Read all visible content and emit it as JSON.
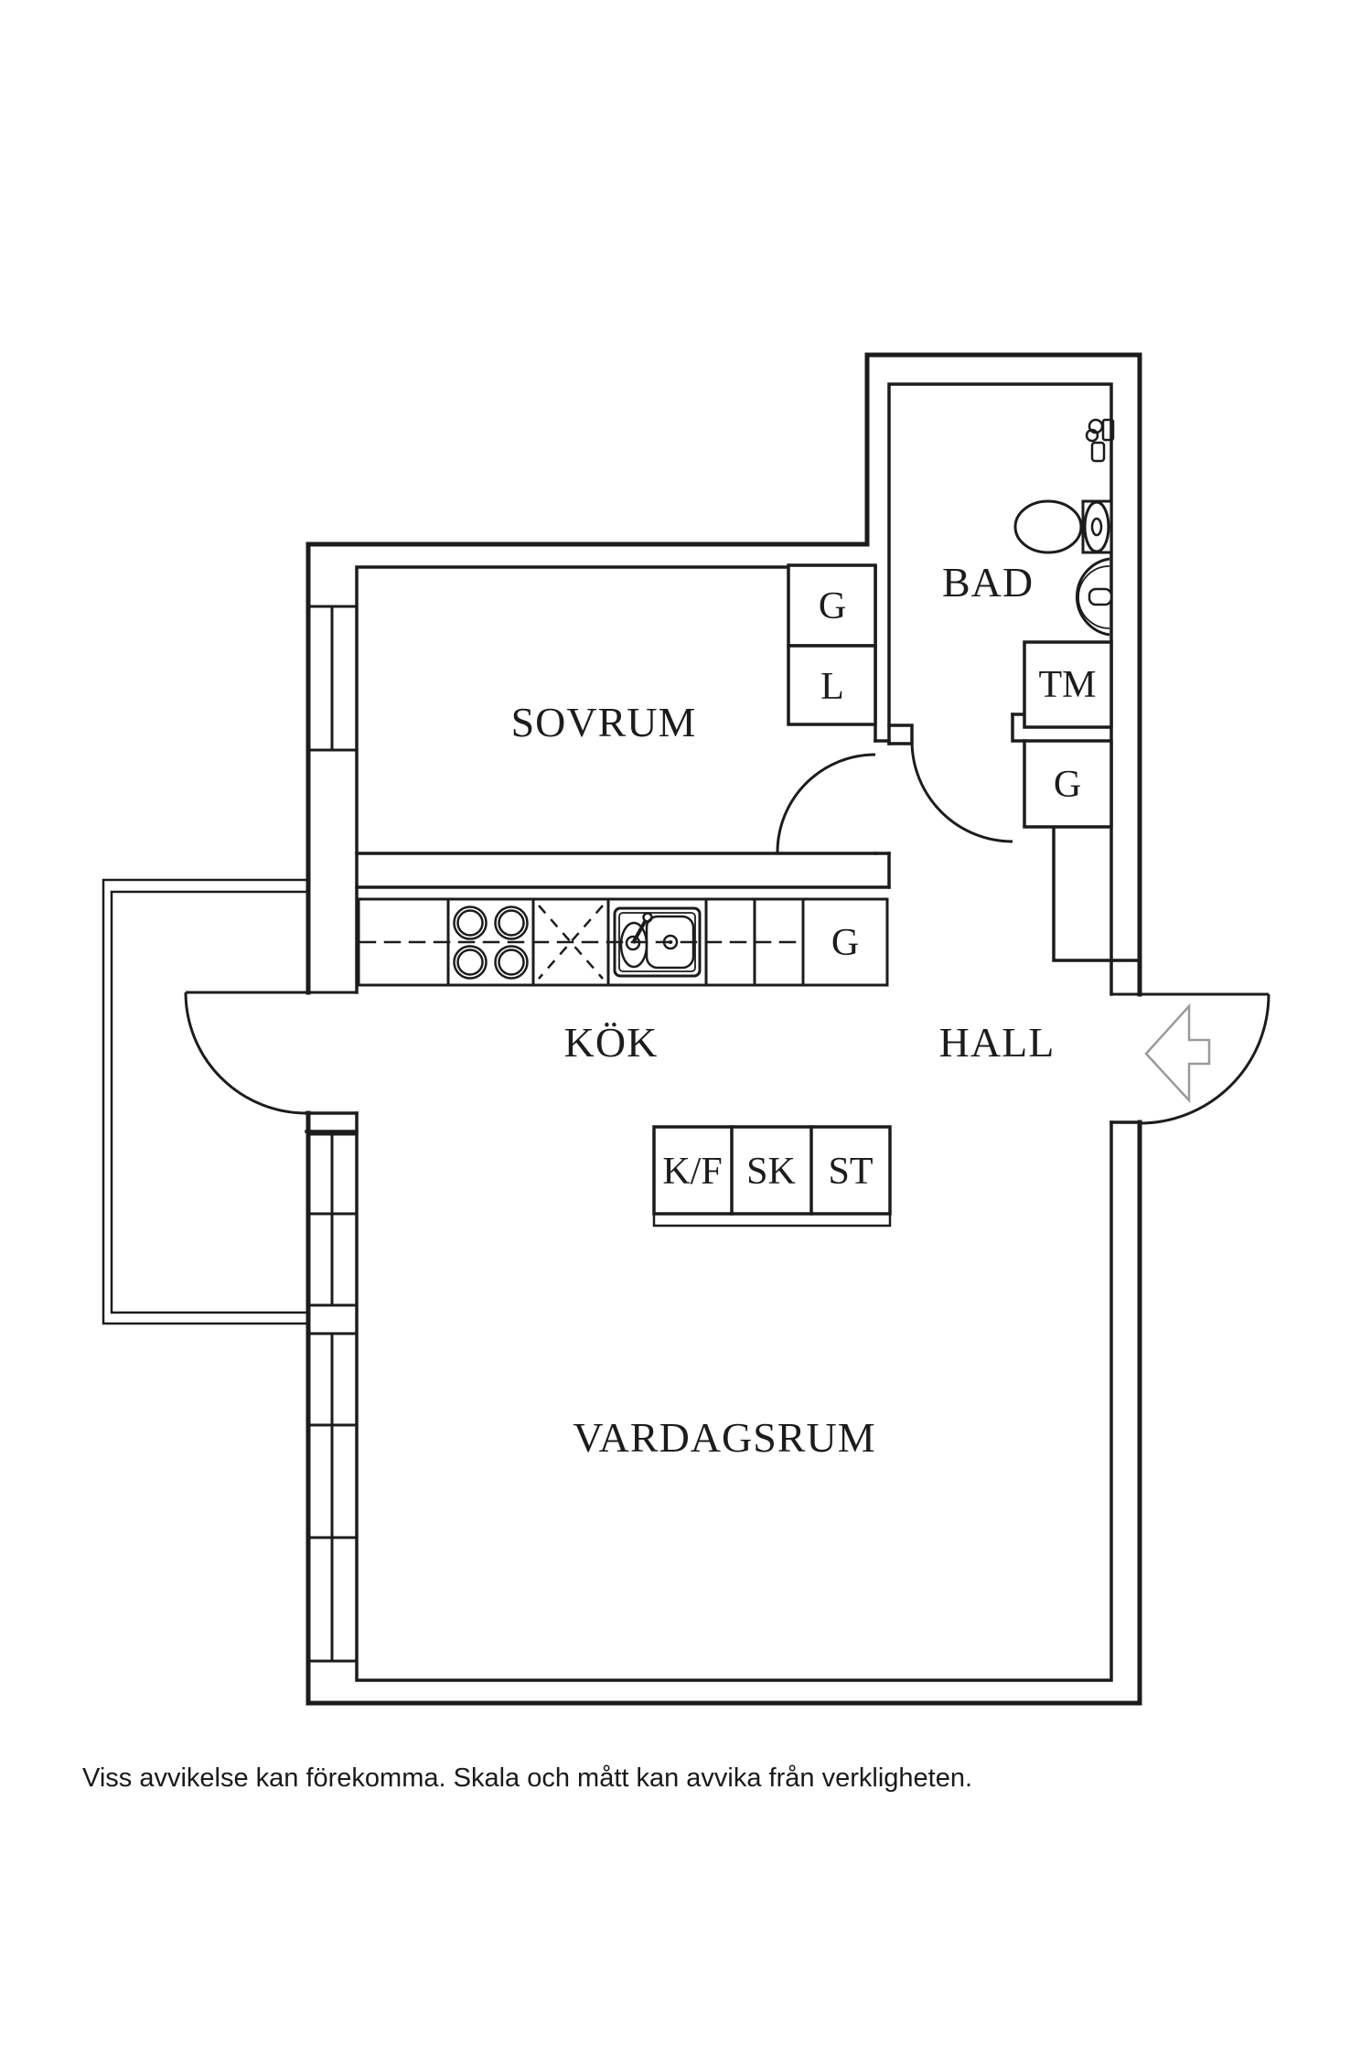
{
  "page": {
    "background": "#ffffff"
  },
  "plan": {
    "colors": {
      "line": "#1c1c1c",
      "arrow_outline": "#9a9a9a",
      "background": "#ffffff"
    },
    "rooms": {
      "sovrum": "SOVRUM",
      "bad": "BAD",
      "kok": "KÖK",
      "hall": "HALL",
      "vardagsrum": "VARDAGSRUM"
    },
    "fixtures": {
      "sovrum_closet_top": "G",
      "sovrum_closet_bottom": "L",
      "washing_machine": "TM",
      "hall_closet": "G",
      "kitchen_cabinet": "G",
      "fridge_freezer": "K/F",
      "pantry": "SK",
      "cleaning_closet": "ST"
    },
    "icons": [
      "stove-icon",
      "dishwasher-icon",
      "sink-icon",
      "toilet-icon",
      "washbasin-icon",
      "shower-mixer-icon",
      "entry-arrow-icon"
    ]
  },
  "footer": {
    "disclaimer": "Viss avvikelse kan förekomma. Skala och mått kan avvika från verkligheten."
  }
}
